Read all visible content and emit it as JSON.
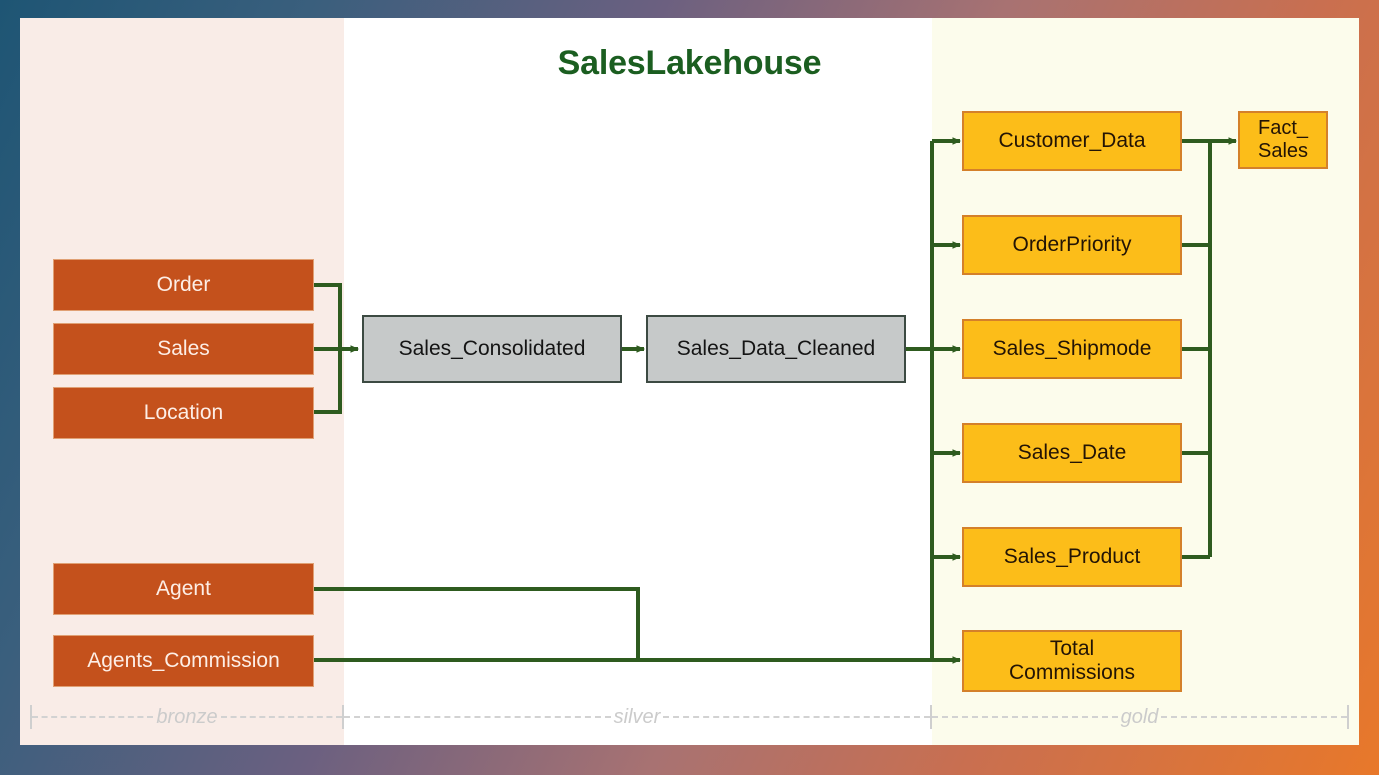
{
  "diagram": {
    "title": "SalesLakehouse",
    "title_color": "#1b5e20",
    "connector_color": "#2e5b1f",
    "lanes": [
      {
        "key": "bronze",
        "label": "bronze",
        "background": "#f9ece7"
      },
      {
        "key": "silver",
        "label": "silver",
        "background": "#ffffff"
      },
      {
        "key": "gold",
        "label": "gold",
        "background": "#fcfcec"
      }
    ],
    "bronze_nodes": [
      {
        "id": "order",
        "label": "Order"
      },
      {
        "id": "sales",
        "label": "Sales"
      },
      {
        "id": "location",
        "label": "Location"
      },
      {
        "id": "agent",
        "label": "Agent"
      },
      {
        "id": "agents_commission",
        "label": "Agents_Commission"
      }
    ],
    "silver_nodes": [
      {
        "id": "sales_consolidated",
        "label": "Sales_Consolidated"
      },
      {
        "id": "sales_data_cleaned",
        "label": "Sales_Data_Cleaned"
      }
    ],
    "gold_nodes": [
      {
        "id": "customer_data",
        "label": "Customer_Data"
      },
      {
        "id": "order_priority",
        "label": "OrderPriority"
      },
      {
        "id": "sales_shipmode",
        "label": "Sales_Shipmode"
      },
      {
        "id": "sales_date",
        "label": "Sales_Date"
      },
      {
        "id": "sales_product",
        "label": "Sales_Product"
      },
      {
        "id": "total_commissions",
        "label": "Total\nCommissions"
      },
      {
        "id": "fact_sales",
        "label": "Fact_\nSales"
      }
    ],
    "colors": {
      "bronze_fill": "#c4511c",
      "bronze_text": "#fdeee6",
      "silver_fill": "#c6c9c9",
      "silver_border": "#3c4a42",
      "gold_fill": "#fcbd19",
      "gold_border": "#d4802a"
    }
  }
}
